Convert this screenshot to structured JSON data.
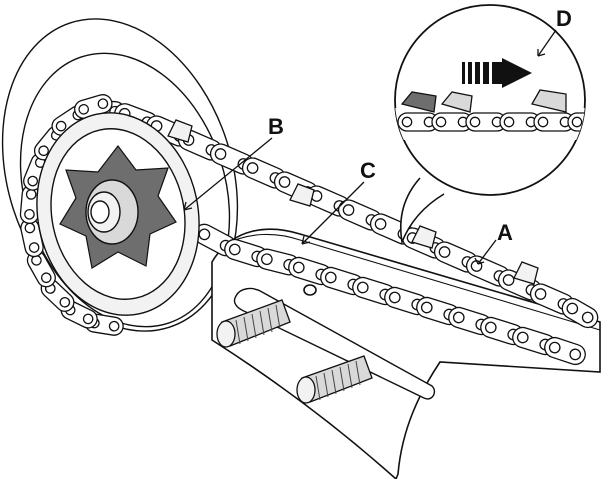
{
  "diagram": {
    "labels": {
      "a": "A",
      "b": "B",
      "c": "C",
      "d": "D"
    },
    "colors": {
      "line": "#111111",
      "fill_light": "#f2f2f2",
      "fill_mid": "#d9d9d9",
      "fill_dark": "#6e6e6e",
      "background": "#ffffff"
    },
    "icons": {
      "direction": "arrow-right-icon"
    }
  }
}
